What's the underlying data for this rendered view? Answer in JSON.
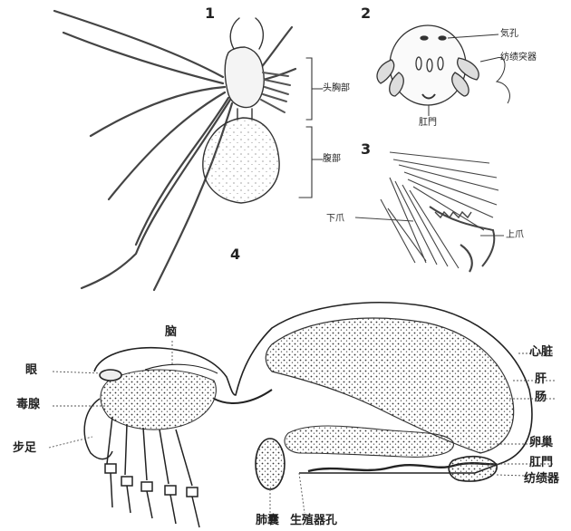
{
  "panel_numbers": {
    "p1": "1",
    "p2": "2",
    "p3": "3",
    "p4": "4"
  },
  "panel1": {
    "cephalothorax": "头胸部",
    "abdomen": "腹部"
  },
  "panel2": {
    "booklung": "気孔",
    "spinnerets": "纺绩突器",
    "anus": "肛門"
  },
  "panel3": {
    "lower_claw": "下爪",
    "upper_claw": "上爪"
  },
  "panel4": {
    "brain": "脑",
    "eye": "眼",
    "poison_gland": "毒腺",
    "heart": "心脏",
    "liver": "肝",
    "intestine": "肠",
    "ovary": "卵巢",
    "anus": "肛門",
    "spinneret": "纺绩器",
    "legs": "步足",
    "booklung": "肺囊",
    "genital_opening": "生殖器孔"
  }
}
